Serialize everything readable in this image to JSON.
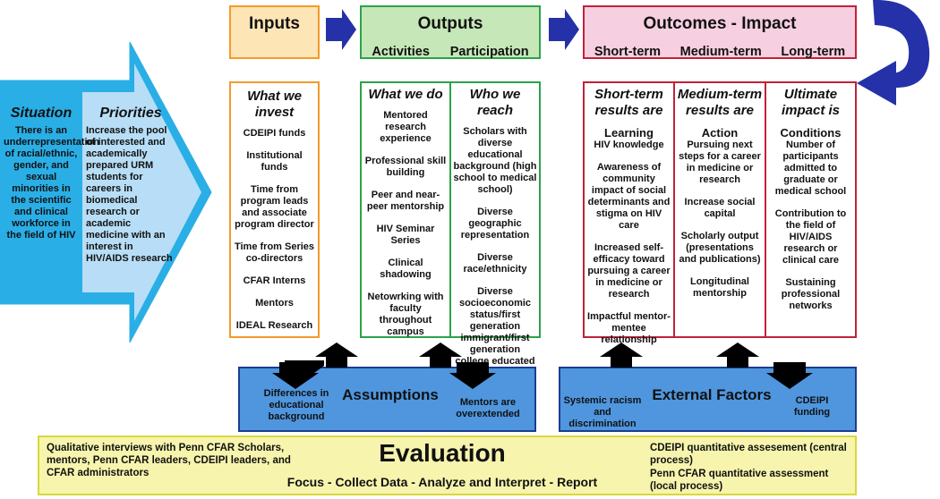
{
  "headers": {
    "inputs": "Inputs",
    "outputs": {
      "title": "Outputs",
      "sub1": "Activities",
      "sub2": "Participation"
    },
    "outcomes": {
      "title": "Outcomes - Impact",
      "sub1": "Short-term",
      "sub2": "Medium-term",
      "sub3": "Long-term"
    }
  },
  "situation": {
    "title": "Situation",
    "text": "There is an underrepresentation of racial/ethnic, gender, and sexual minorities in the scientific and clinical workforce in the field of HIV"
  },
  "priorities": {
    "title": "Priorities",
    "text": "Increase the pool of interested and academically prepared URM students for careers in biomedical research or academic medicine with an interest in HIV/AIDS research"
  },
  "invest": {
    "heading": "What we invest",
    "items": [
      "CDEIPI funds",
      "Institutional funds",
      "Time from program leads and associate program director",
      "Time from Series co-directors",
      "CFAR Interns",
      "Mentors",
      "IDEAL Research"
    ]
  },
  "do": {
    "heading": "What we do",
    "items": [
      "Mentored research experience",
      "Professional skill building",
      "Peer and near-peer mentorship",
      "HIV Seminar Series",
      "Clinical shadowing",
      "Netowrking with faculty throughout campus"
    ]
  },
  "reach": {
    "heading": "Who we reach",
    "items": [
      "Scholars with diverse educational background (high school to medical school)",
      "Diverse geographic representation",
      "Diverse race/ethnicity",
      "Diverse socioeconomic status/first generation immigrant/first generation college educated"
    ]
  },
  "short": {
    "heading": "Short-term results are",
    "sub": "Learning",
    "items": [
      "HIV knowledge",
      "Awareness of community impact of social determinants and stigma on HIV care",
      "Increased self-efficacy toward pursuing a career in medicine or research",
      "Impactful mentor-mentee relationship"
    ]
  },
  "medium": {
    "heading": "Medium-term results are",
    "sub": "Action",
    "items": [
      "Pursuing next steps for a career in medicine or research",
      "Increase social capital",
      "Scholarly output (presentations and publications)",
      "Longitudinal mentorship"
    ]
  },
  "ultimate": {
    "heading": "Ultimate impact is",
    "sub": "Conditions",
    "items": [
      "Number of participants admitted to graduate or medical school",
      "Contribution to the field of HIV/AIDS research or clinical care",
      "Sustaining professional networks"
    ]
  },
  "assumptions": {
    "title": "Assumptions",
    "left": "Differences in educational background",
    "right": "Mentors are overextended"
  },
  "external": {
    "title": "External Factors",
    "left": "Systemic racism and discrimination",
    "right": "CDEIPI funding"
  },
  "evaluation": {
    "title": "Evaluation",
    "subtitle": "Focus - Collect Data - Analyze and Interpret - Report",
    "left": "Qualitative interviews with Penn CFAR Scholars, mentors, Penn CFAR leaders, CDEIPI leaders, and CFAR administrators",
    "right1": "CDEIPI quantitative assesement (central process)",
    "right2": "Penn CFAR quantitative assessment (local process)"
  },
  "colors": {
    "inputs_border": "#f39a2a",
    "inputs_fill": "#fde5b5",
    "outputs_border": "#2aa34a",
    "outputs_fill": "#c6e7b7",
    "outcomes_border": "#c0223a",
    "outcomes_fill": "#f6cfe0",
    "arrow_blue": "#2431a8",
    "situation": "#2aaee6",
    "priorities": "#b7def6",
    "assumption_fill": "#4f96de",
    "evaluation_fill": "#f7f4ad"
  }
}
